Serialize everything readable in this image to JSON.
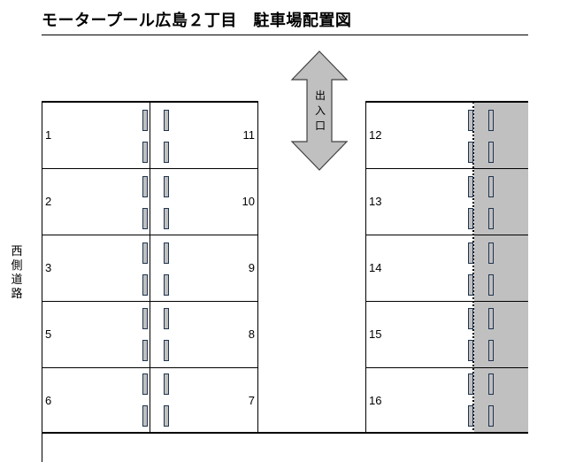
{
  "header": {
    "title": "モータープール広島２丁目　駐車場配置図"
  },
  "road": {
    "label_chars": [
      "西",
      "側",
      "道",
      "路"
    ],
    "label": "西側道路"
  },
  "entrance": {
    "icon": "double-arrow-vertical",
    "label_chars": [
      "出",
      "入",
      "口"
    ],
    "label": "出入口",
    "fill_color": "#c0c0c0"
  },
  "colors": {
    "gray_zone": "#c0c0c0",
    "car_stop_border": "#1f3450",
    "car_stop_fill": "#c0c0c0"
  },
  "left_block": {
    "left_column": [
      "1",
      "2",
      "3",
      "5",
      "6"
    ],
    "right_column": [
      "11",
      "10",
      "9",
      "8",
      "7"
    ]
  },
  "right_block": {
    "column": [
      "12",
      "13",
      "14",
      "15",
      "16"
    ]
  }
}
